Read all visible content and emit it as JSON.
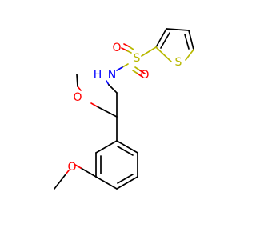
{
  "molecule": {
    "atom_colors": {
      "C": "#000000",
      "N": "#0000ff",
      "O": "#ff0000",
      "S": "#b8b800"
    },
    "labels": {
      "sulfonyl_s": "S",
      "sulfonyl_o_top": "O",
      "sulfonyl_o_bottom": "O",
      "amide_n": "N",
      "amide_h": "H",
      "thiophene_s": "S",
      "methoxy_o_side": "O",
      "methoxy_o_ring": "O"
    }
  }
}
